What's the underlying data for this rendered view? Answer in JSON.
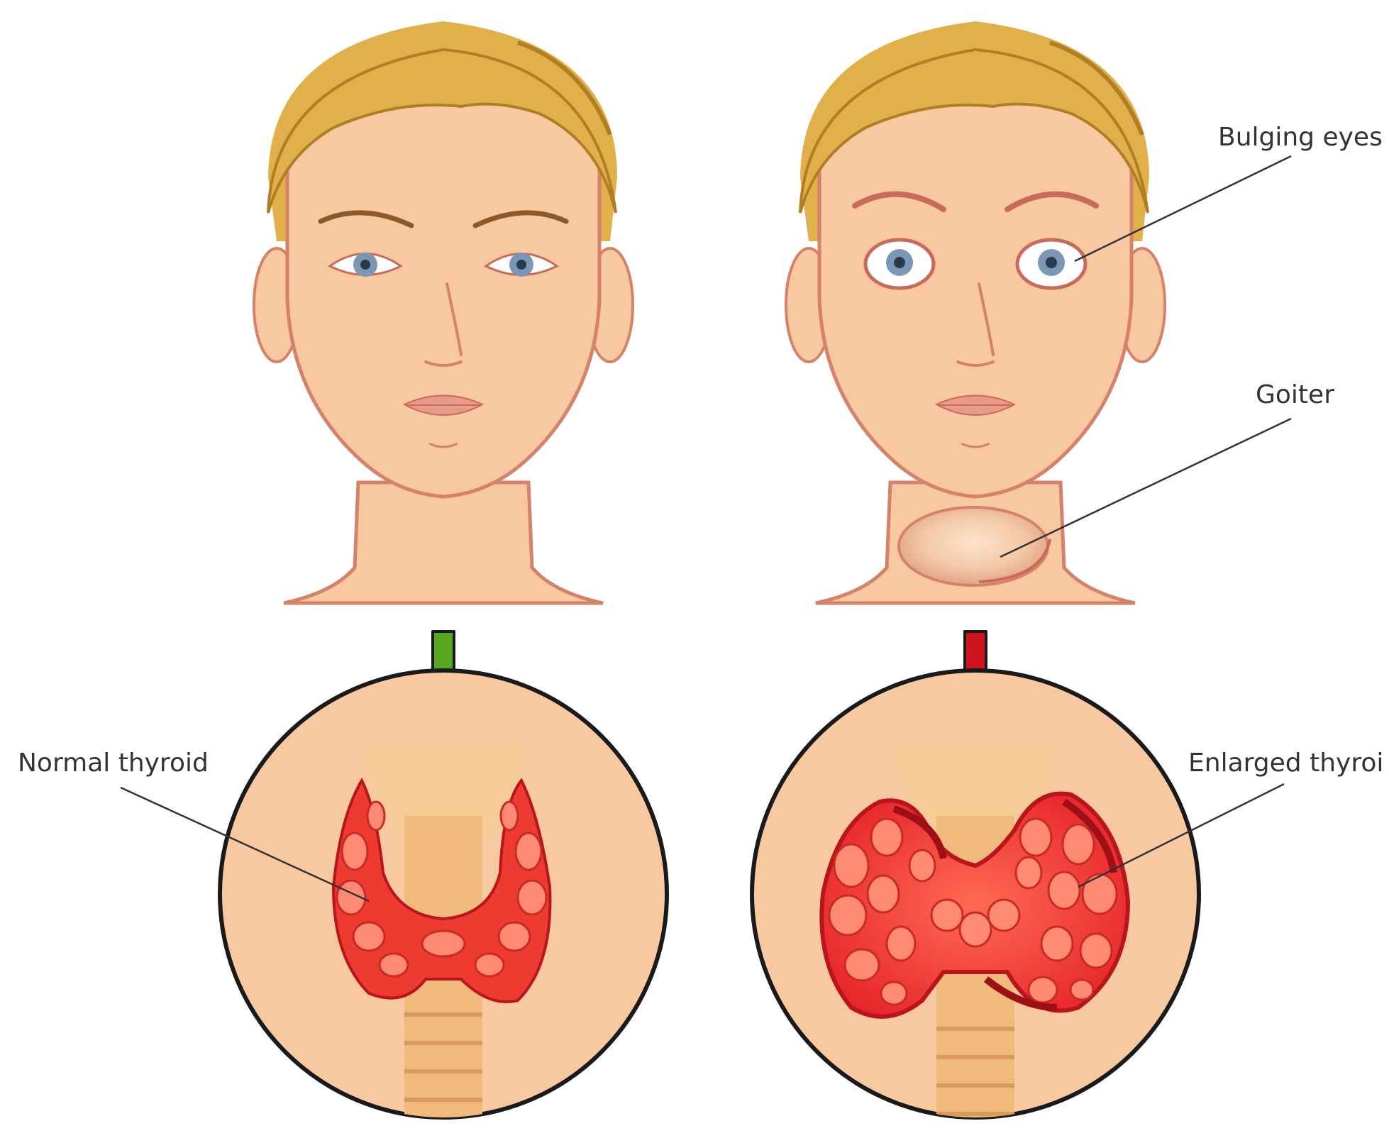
{
  "labels": {
    "bulging_eyes": "Bulging eyes",
    "goiter": "Goiter",
    "normal_thyroid": "Normal thyroid",
    "enlarged_thyroid": "Enlarged thyroi"
  },
  "colors": {
    "skin": "#f8c9a0",
    "skin_outline": "#d4826a",
    "hair": "#e0b04a",
    "hair_dark": "#b27d24",
    "iris": "#7a98b5",
    "lips": "#e89a8c",
    "circle_fill": "#f8c9a0",
    "circle_border": "#1a1a1a",
    "thyroid": "#ee3b32",
    "thyroid_dark": "#b8151c",
    "thyroid_lobule": "#ff8a73",
    "trachea": "#efba7c",
    "larynx": "#f5cc96",
    "arrow_normal": "#55a81f",
    "arrow_enlarged": "#d0141f",
    "leader_line": "#333333"
  }
}
